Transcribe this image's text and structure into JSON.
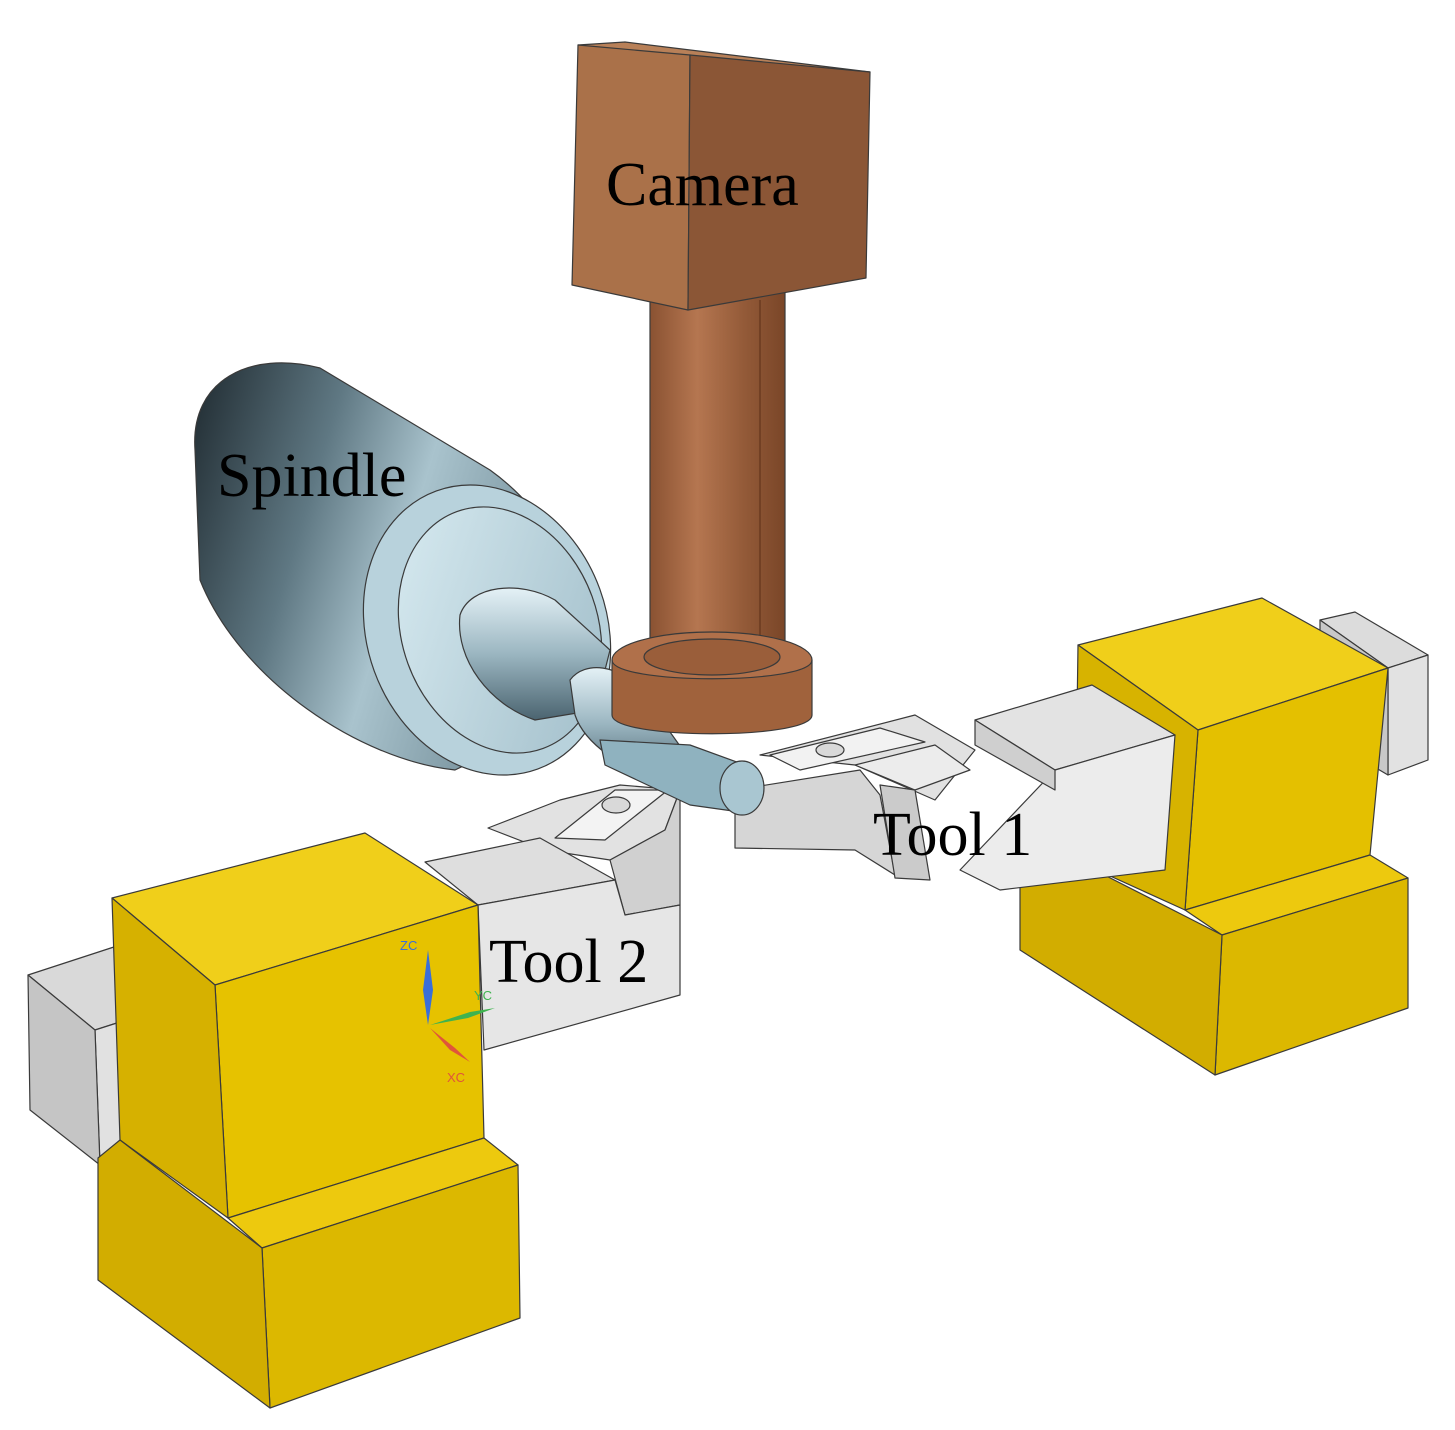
{
  "labels": {
    "camera": "Camera",
    "spindle": "Spindle",
    "tool1": "Tool 1",
    "tool2": "Tool 2"
  },
  "axes": {
    "z": "ZC",
    "y": "YC",
    "x": "XC"
  },
  "colors": {
    "camera_front": "#a9714a",
    "camera_side": "#8a5636",
    "camera_top": "#b88058",
    "column": "#9a5e3a",
    "holder_front": "#e6c200",
    "holder_side": "#cfa900",
    "holder_top": "#f0cf1a",
    "tool_light": "#e8e8e8",
    "tool_mid": "#d3d3d3",
    "tool_dark": "#bdbdbd",
    "spindle_dark": "#2f3c44",
    "spindle_light": "#c9e0ea",
    "axis_z": "#3a6fd8",
    "axis_y": "#3fb34f",
    "axis_x": "#e0553a"
  }
}
